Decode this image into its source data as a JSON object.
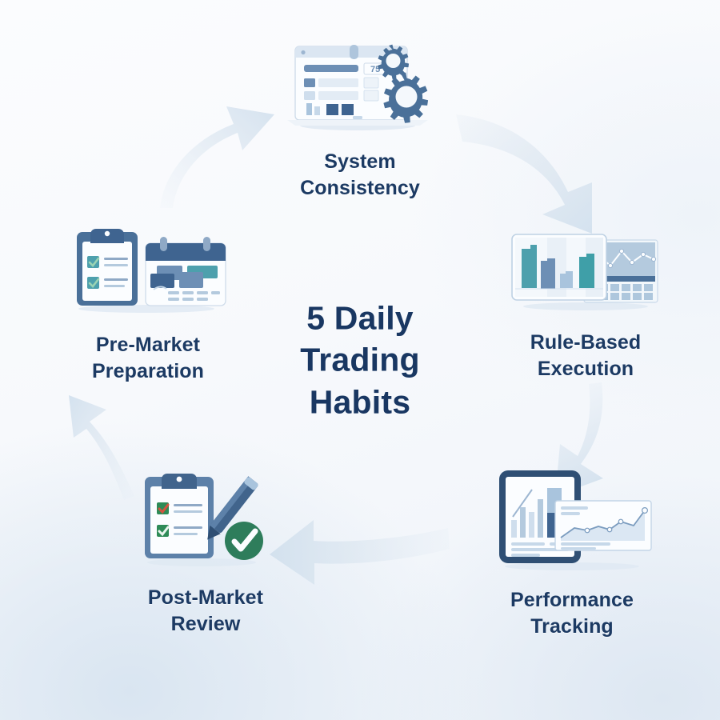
{
  "diagram": {
    "type": "cycle",
    "center_title": "5 Daily\nTrading\nHabits",
    "title_color": "#193762",
    "background_color": "#f7f9fc",
    "arrow_color": "#dce6f0",
    "node_count": 5,
    "flow_direction": "clockwise",
    "nodes": [
      {
        "id": "system-consistency",
        "label": "System\nConsistency",
        "position": "top",
        "icon": "dashboard-window-with-gears-icon"
      },
      {
        "id": "rule-based-execution",
        "label": "Rule-Based\nExecution",
        "position": "right",
        "icon": "bar-chart-and-line-chart-panels-icon"
      },
      {
        "id": "performance-tracking",
        "label": "Performance\nTracking",
        "position": "bottom-right",
        "icon": "tablet-report-with-trend-card-icon"
      },
      {
        "id": "post-market-review",
        "label": "Post-Market\nReview",
        "position": "bottom-left",
        "icon": "clipboard-checklist-pen-approved-icon"
      },
      {
        "id": "pre-market-preparation",
        "label": "Pre-Market\nPreparation",
        "position": "left",
        "icon": "clipboard-and-calendar-icon"
      }
    ],
    "arrows": [
      {
        "id": "arrow-system-to-rule",
        "from": "system-consistency",
        "to": "rule-based-execution",
        "direction": "down-right"
      },
      {
        "id": "arrow-rule-to-performance",
        "from": "rule-based-execution",
        "to": "performance-tracking",
        "direction": "down-left"
      },
      {
        "id": "arrow-performance-to-post",
        "from": "performance-tracking",
        "to": "post-market-review",
        "direction": "left"
      },
      {
        "id": "arrow-post-to-pre",
        "from": "post-market-review",
        "to": "pre-market-preparation",
        "direction": "up-left"
      },
      {
        "id": "arrow-pre-to-system",
        "from": "pre-market-preparation",
        "to": "system-consistency",
        "direction": "up-right"
      }
    ],
    "palette": {
      "label_navy": "#1c3a63",
      "icon_dark_blue": "#3f6490",
      "icon_mid_blue": "#6d8fb5",
      "icon_light_blue": "#a9c4dd",
      "icon_pale_blue": "#d3e2f0",
      "accent_teal": "#3f9fa8",
      "accent_green": "#2e8b57",
      "accent_red": "#d3543f",
      "panel_white": "#fbfdff"
    }
  }
}
